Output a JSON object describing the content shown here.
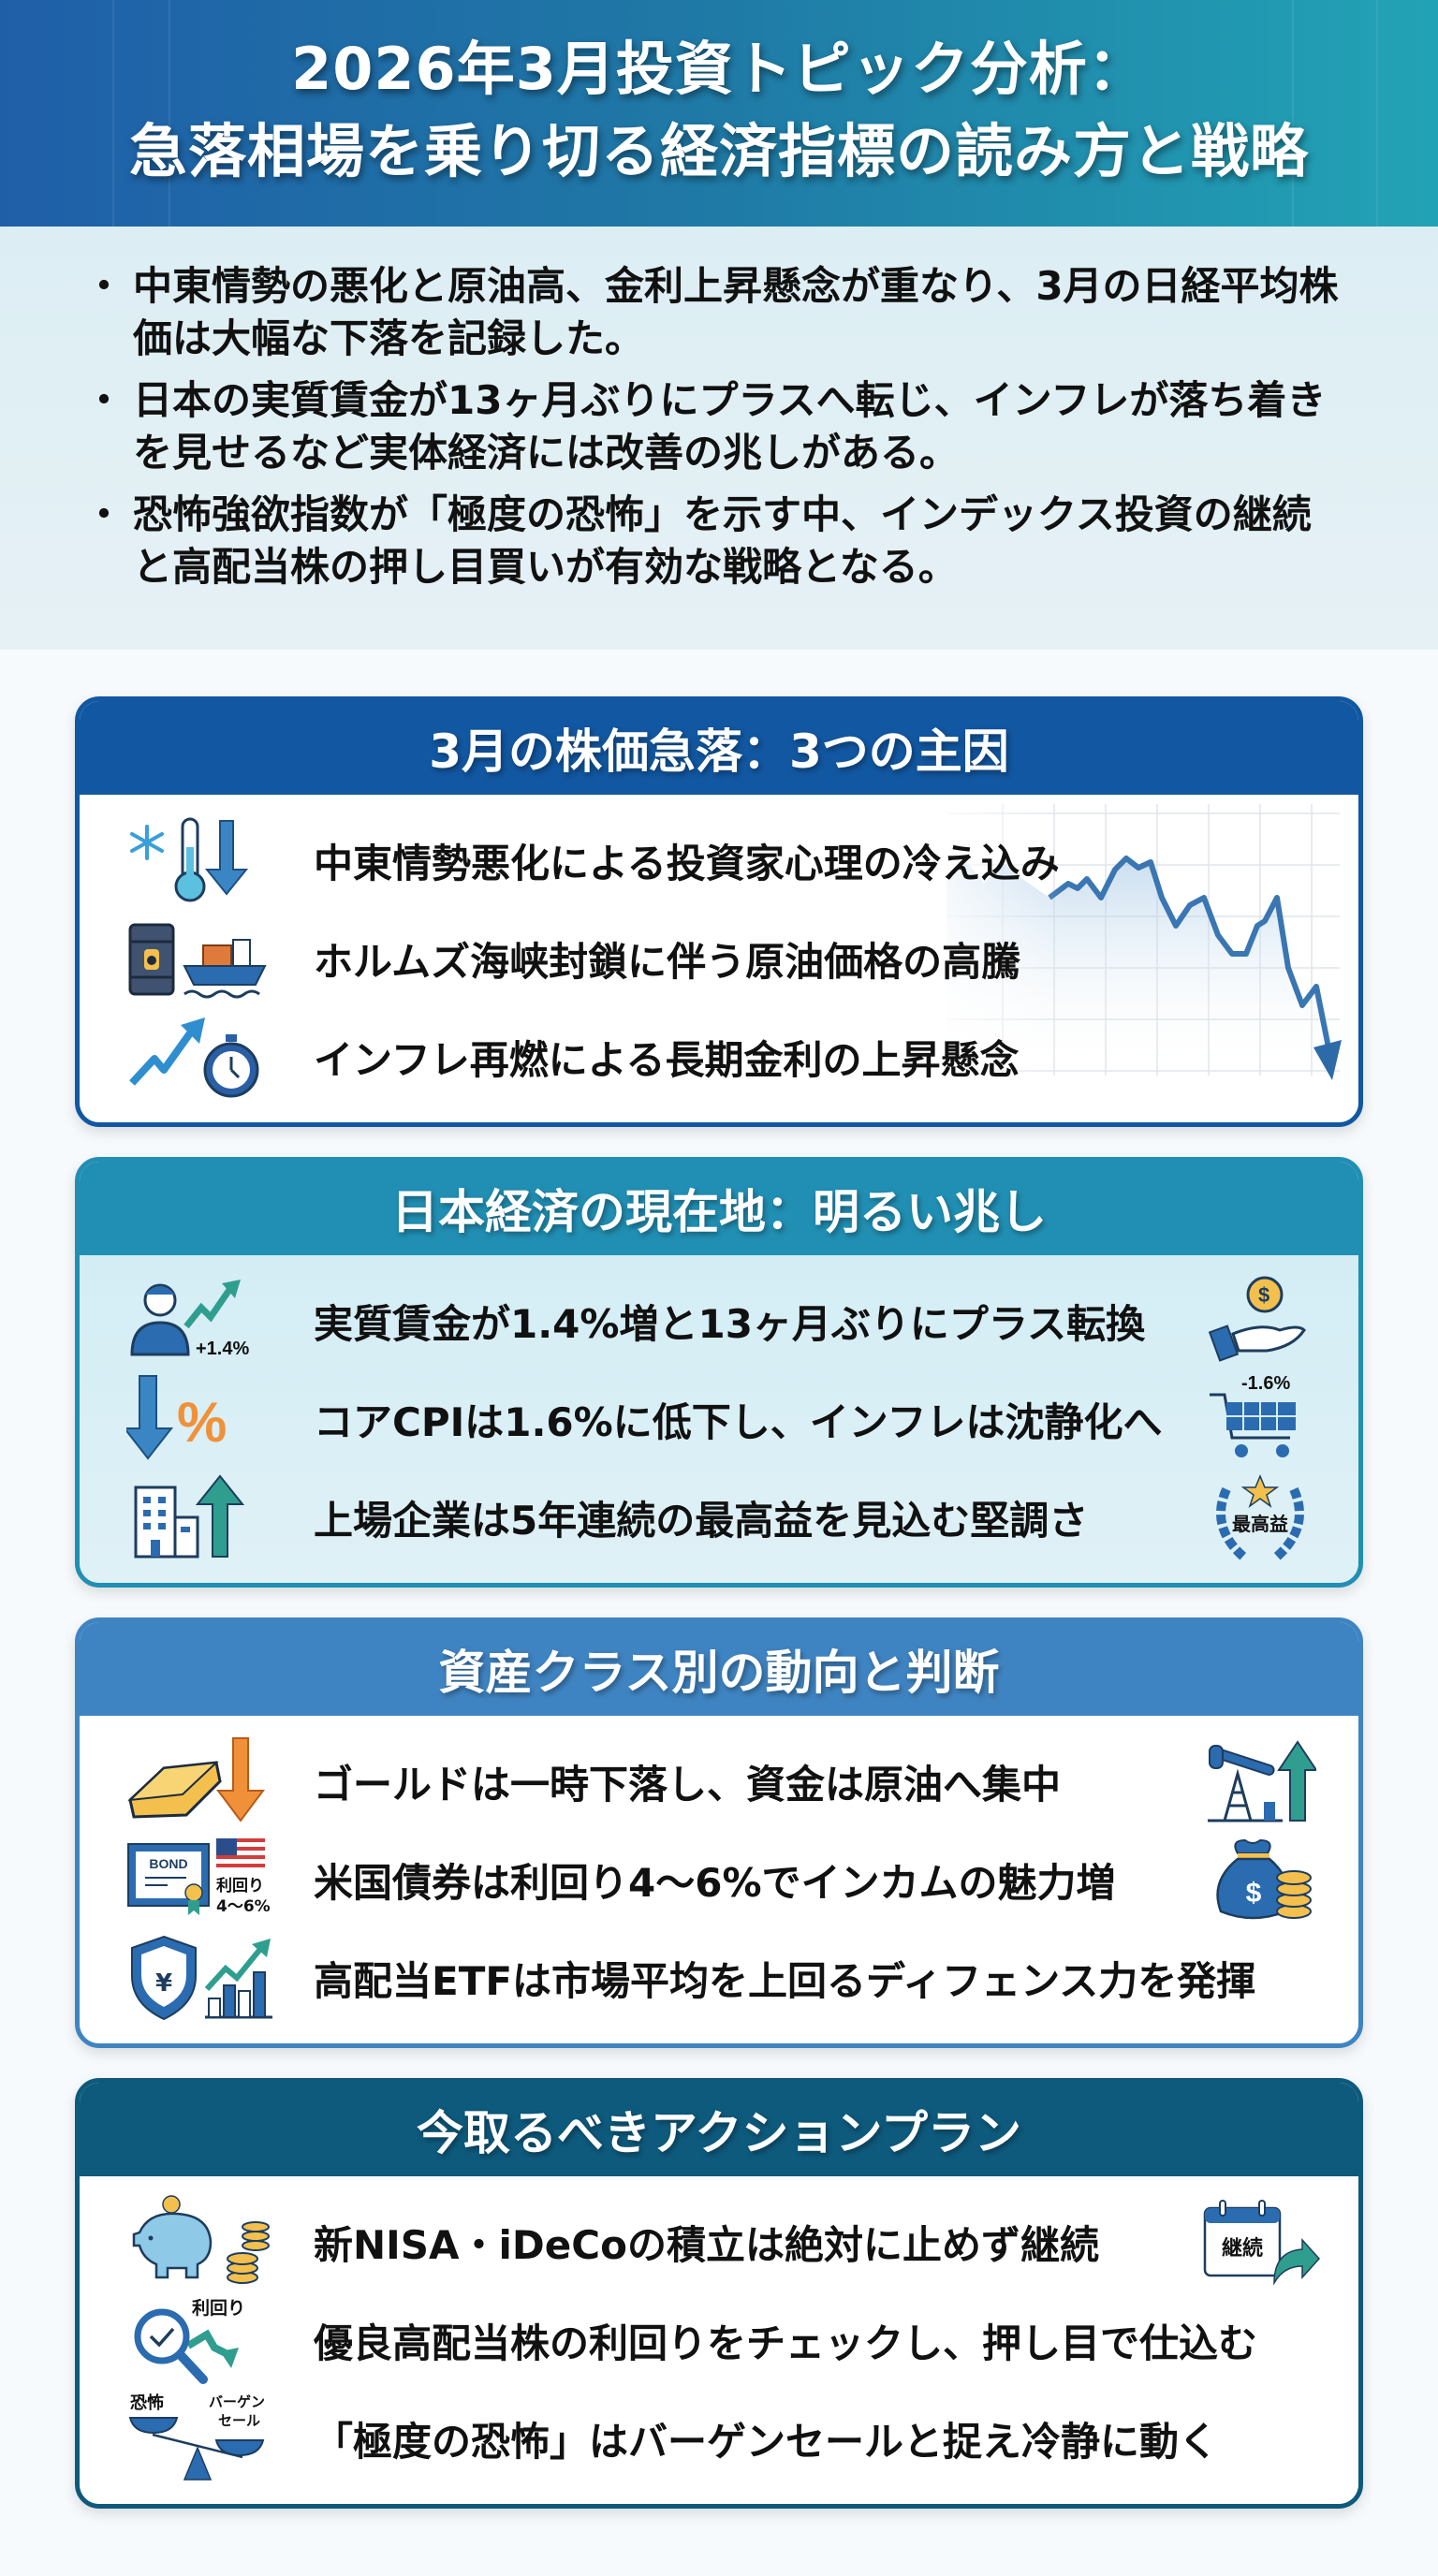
{
  "header": {
    "title_line1": "2026年3月投資トピック分析：",
    "title_line2": "急落相場を乗り切る経済指標の読み方と戦略"
  },
  "summary": {
    "bullets": [
      "中東情勢の悪化と原油高、金利上昇懸念が重なり、3月の日経平均株価は大幅な下落を記録した。",
      "日本の実質賃金が13ヶ月ぶりにプラスへ転じ、インフレが落ち着きを見せるなど実体経済には改善の兆しがある。",
      "恐怖強欲指数が「極度の恐怖」を示す中、インデックス投資の継続と高配当株の押し目買いが有効な戦略となる。"
    ]
  },
  "colors": {
    "card1": "#1257a1",
    "card2": "#218fb3",
    "card3": "#3f84c2",
    "card4": "#0e5a7d",
    "accent_teal": "#2f9e8f",
    "accent_orange": "#f0913a",
    "accent_gold": "#f3c04e"
  },
  "sections": [
    {
      "title": "3月の株価急落：3つの主因",
      "items": [
        {
          "text": "中東情勢悪化による投資家心理の冷え込み",
          "icon_left": "snowflake-thermometer-down-icon"
        },
        {
          "text": "ホルムズ海峡封鎖に伴う原油価格の高騰",
          "icon_left": "oil-barrel-tanker-icon"
        },
        {
          "text": "インフレ再燃による長期金利の上昇懸念",
          "icon_left": "rising-arrow-stopwatch-icon"
        }
      ],
      "background_chart": "falling-stock-line-chart"
    },
    {
      "title": "日本経済の現在地：明るい兆し",
      "items": [
        {
          "text": "実質賃金が1.4%増と13ヶ月ぶりにプラス転換",
          "icon_left": "worker-rising-arrow-icon",
          "icon_left_label": "+1.4%",
          "icon_right": "hand-coin-icon"
        },
        {
          "text": "コアCPIは1.6%に低下し、インフレは沈静化へ",
          "icon_left": "down-arrow-percent-icon",
          "icon_right": "shopping-cart-icon",
          "icon_right_label": "-1.6%"
        },
        {
          "text": "上場企業は5年連続の最高益を見込む堅調さ",
          "icon_left": "building-up-arrow-icon",
          "icon_right": "laurel-award-icon",
          "icon_right_label": "最高益"
        }
      ]
    },
    {
      "title": "資産クラス別の動向と判断",
      "items": [
        {
          "text": "ゴールドは一時下落し、資金は原油へ集中",
          "icon_left": "gold-bar-down-arrow-icon",
          "icon_right": "oil-pump-up-arrow-icon"
        },
        {
          "text": "米国債券は利回り4～6%でインカムの魅力増",
          "icon_left": "bond-certificate-us-flag-icon",
          "icon_left_label": "BOND",
          "icon_left_sub1": "利回り",
          "icon_left_sub2": "4～6%",
          "icon_right": "money-bag-coins-icon"
        },
        {
          "text": "高配当ETFは市場平均を上回るディフェンス力を発揮",
          "icon_left": "yen-shield-bar-chart-icon"
        }
      ]
    },
    {
      "title": "今取るべきアクションプラン",
      "items": [
        {
          "text": "新NISA・iDeCoの積立は絶対に止めず継続",
          "icon_left": "piggy-bank-coins-icon",
          "icon_right": "calendar-continue-icon",
          "icon_right_label": "継続"
        },
        {
          "text": "優良高配当株の利回りをチェックし、押し目で仕込む",
          "icon_left": "magnifier-check-yield-icon",
          "icon_left_label": "利回り"
        },
        {
          "text": "「極度の恐怖」はバーゲンセールと捉え冷静に動く",
          "icon_left": "fear-bargain-scale-icon",
          "icon_left_label_a": "恐怖",
          "icon_left_label_b1": "バーゲン",
          "icon_left_label_b2": "セール"
        }
      ]
    }
  ]
}
